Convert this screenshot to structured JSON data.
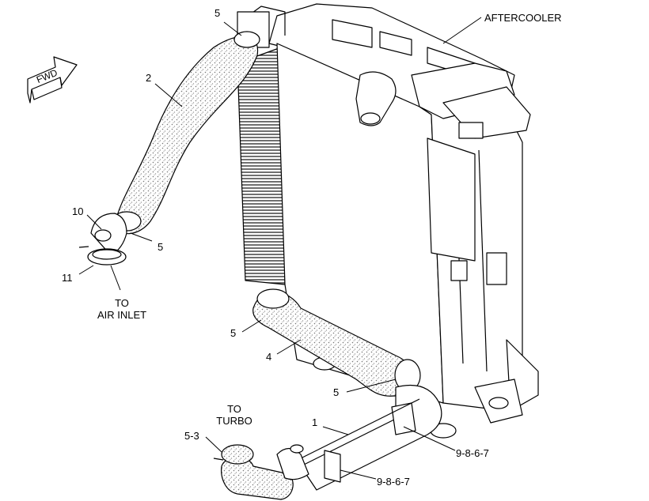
{
  "labels": {
    "aftercooler": "AFTERCOOLER",
    "fwd": "FWD",
    "to_air_inlet_1": "TO",
    "to_air_inlet_2": "AIR INLET",
    "to_turbo_1": "TO",
    "to_turbo_2": "TURBO"
  },
  "callouts": {
    "c5_top": "5",
    "c2": "2",
    "c10": "10",
    "c5_left": "5",
    "c11": "11",
    "c5_mid": "5",
    "c4": "4",
    "c5_low": "5",
    "c1": "1",
    "c53": "5-3",
    "c9867_a": "9-8-6-7",
    "c9867_b": "9-8-6-7"
  },
  "colors": {
    "line": "#000000",
    "hose": "#dcdcdc",
    "fill": "#ffffff",
    "core": "#555555"
  }
}
